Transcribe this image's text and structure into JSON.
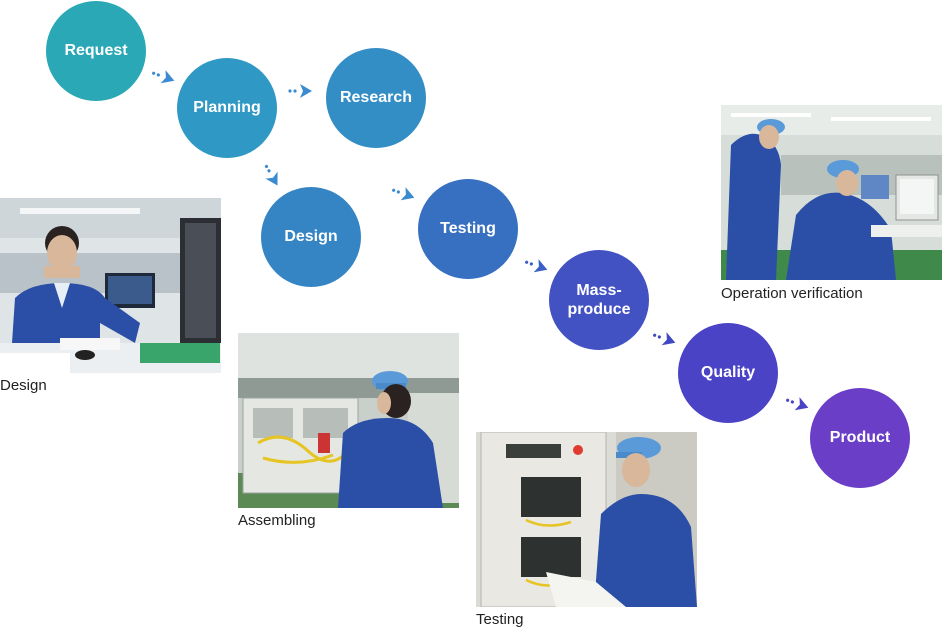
{
  "steps": [
    {
      "label": "Request",
      "color": "#2aa8b6"
    },
    {
      "label": "Planning",
      "color": "#2f98c4"
    },
    {
      "label": "Research",
      "color": "#348ec6"
    },
    {
      "label": "Design",
      "color": "#3585c5"
    },
    {
      "label": "Testing",
      "color": "#3770c0"
    },
    {
      "label": "Mass-\nproduce",
      "color": "#4352c2"
    },
    {
      "label": "Quality",
      "color": "#4a43c6"
    },
    {
      "label": "Product",
      "color": "#6a3ec6"
    }
  ],
  "photos": {
    "design": {
      "caption": "Design"
    },
    "assembling": {
      "caption": "Assembling"
    },
    "testing": {
      "caption": "Testing"
    },
    "operation": {
      "caption": "Operation verification"
    }
  },
  "colors": {
    "arrow": "#3b8bd0",
    "uniform": "#2b4fa6",
    "cap": "#5a9ad8"
  }
}
